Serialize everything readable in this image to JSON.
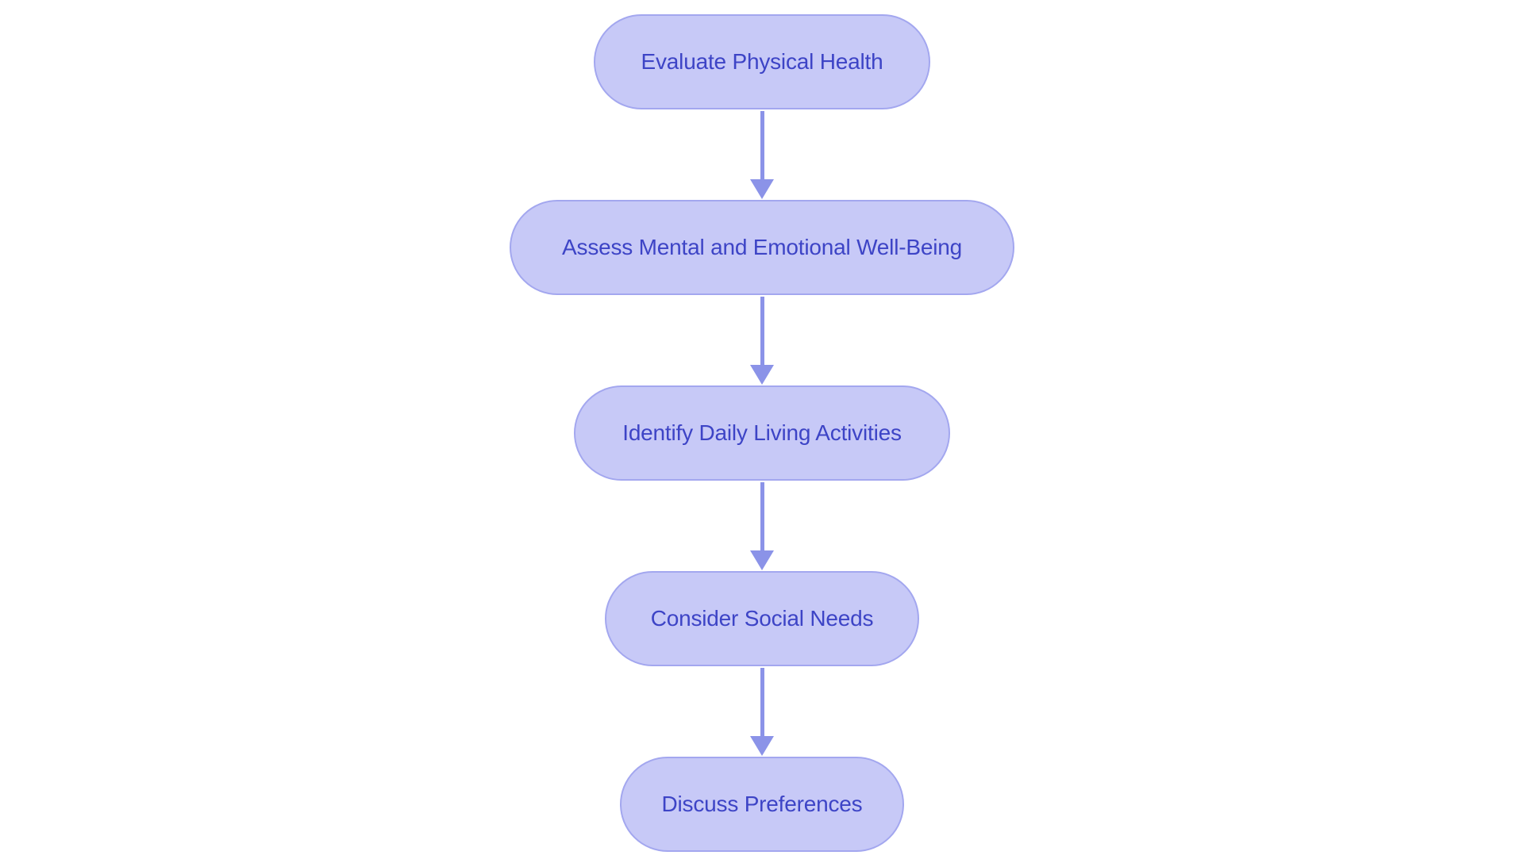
{
  "diagram": {
    "type": "flowchart",
    "direction": "top-down",
    "nodes": [
      {
        "id": 1,
        "label": "Evaluate Physical Health"
      },
      {
        "id": 2,
        "label": "Assess Mental and Emotional Well-Being"
      },
      {
        "id": 3,
        "label": "Identify Daily Living Activities"
      },
      {
        "id": 4,
        "label": "Consider Social Needs"
      },
      {
        "id": 5,
        "label": "Discuss Preferences"
      }
    ],
    "edges": [
      {
        "from": 1,
        "to": 2
      },
      {
        "from": 2,
        "to": 3
      },
      {
        "from": 3,
        "to": 4
      },
      {
        "from": 4,
        "to": 5
      }
    ],
    "colors": {
      "bg": "#ffffff",
      "node_fill": "#c7c9f7",
      "node_border": "#a3a7ef",
      "node_text": "#3d44c6",
      "arrow": "#8b93e8"
    }
  }
}
